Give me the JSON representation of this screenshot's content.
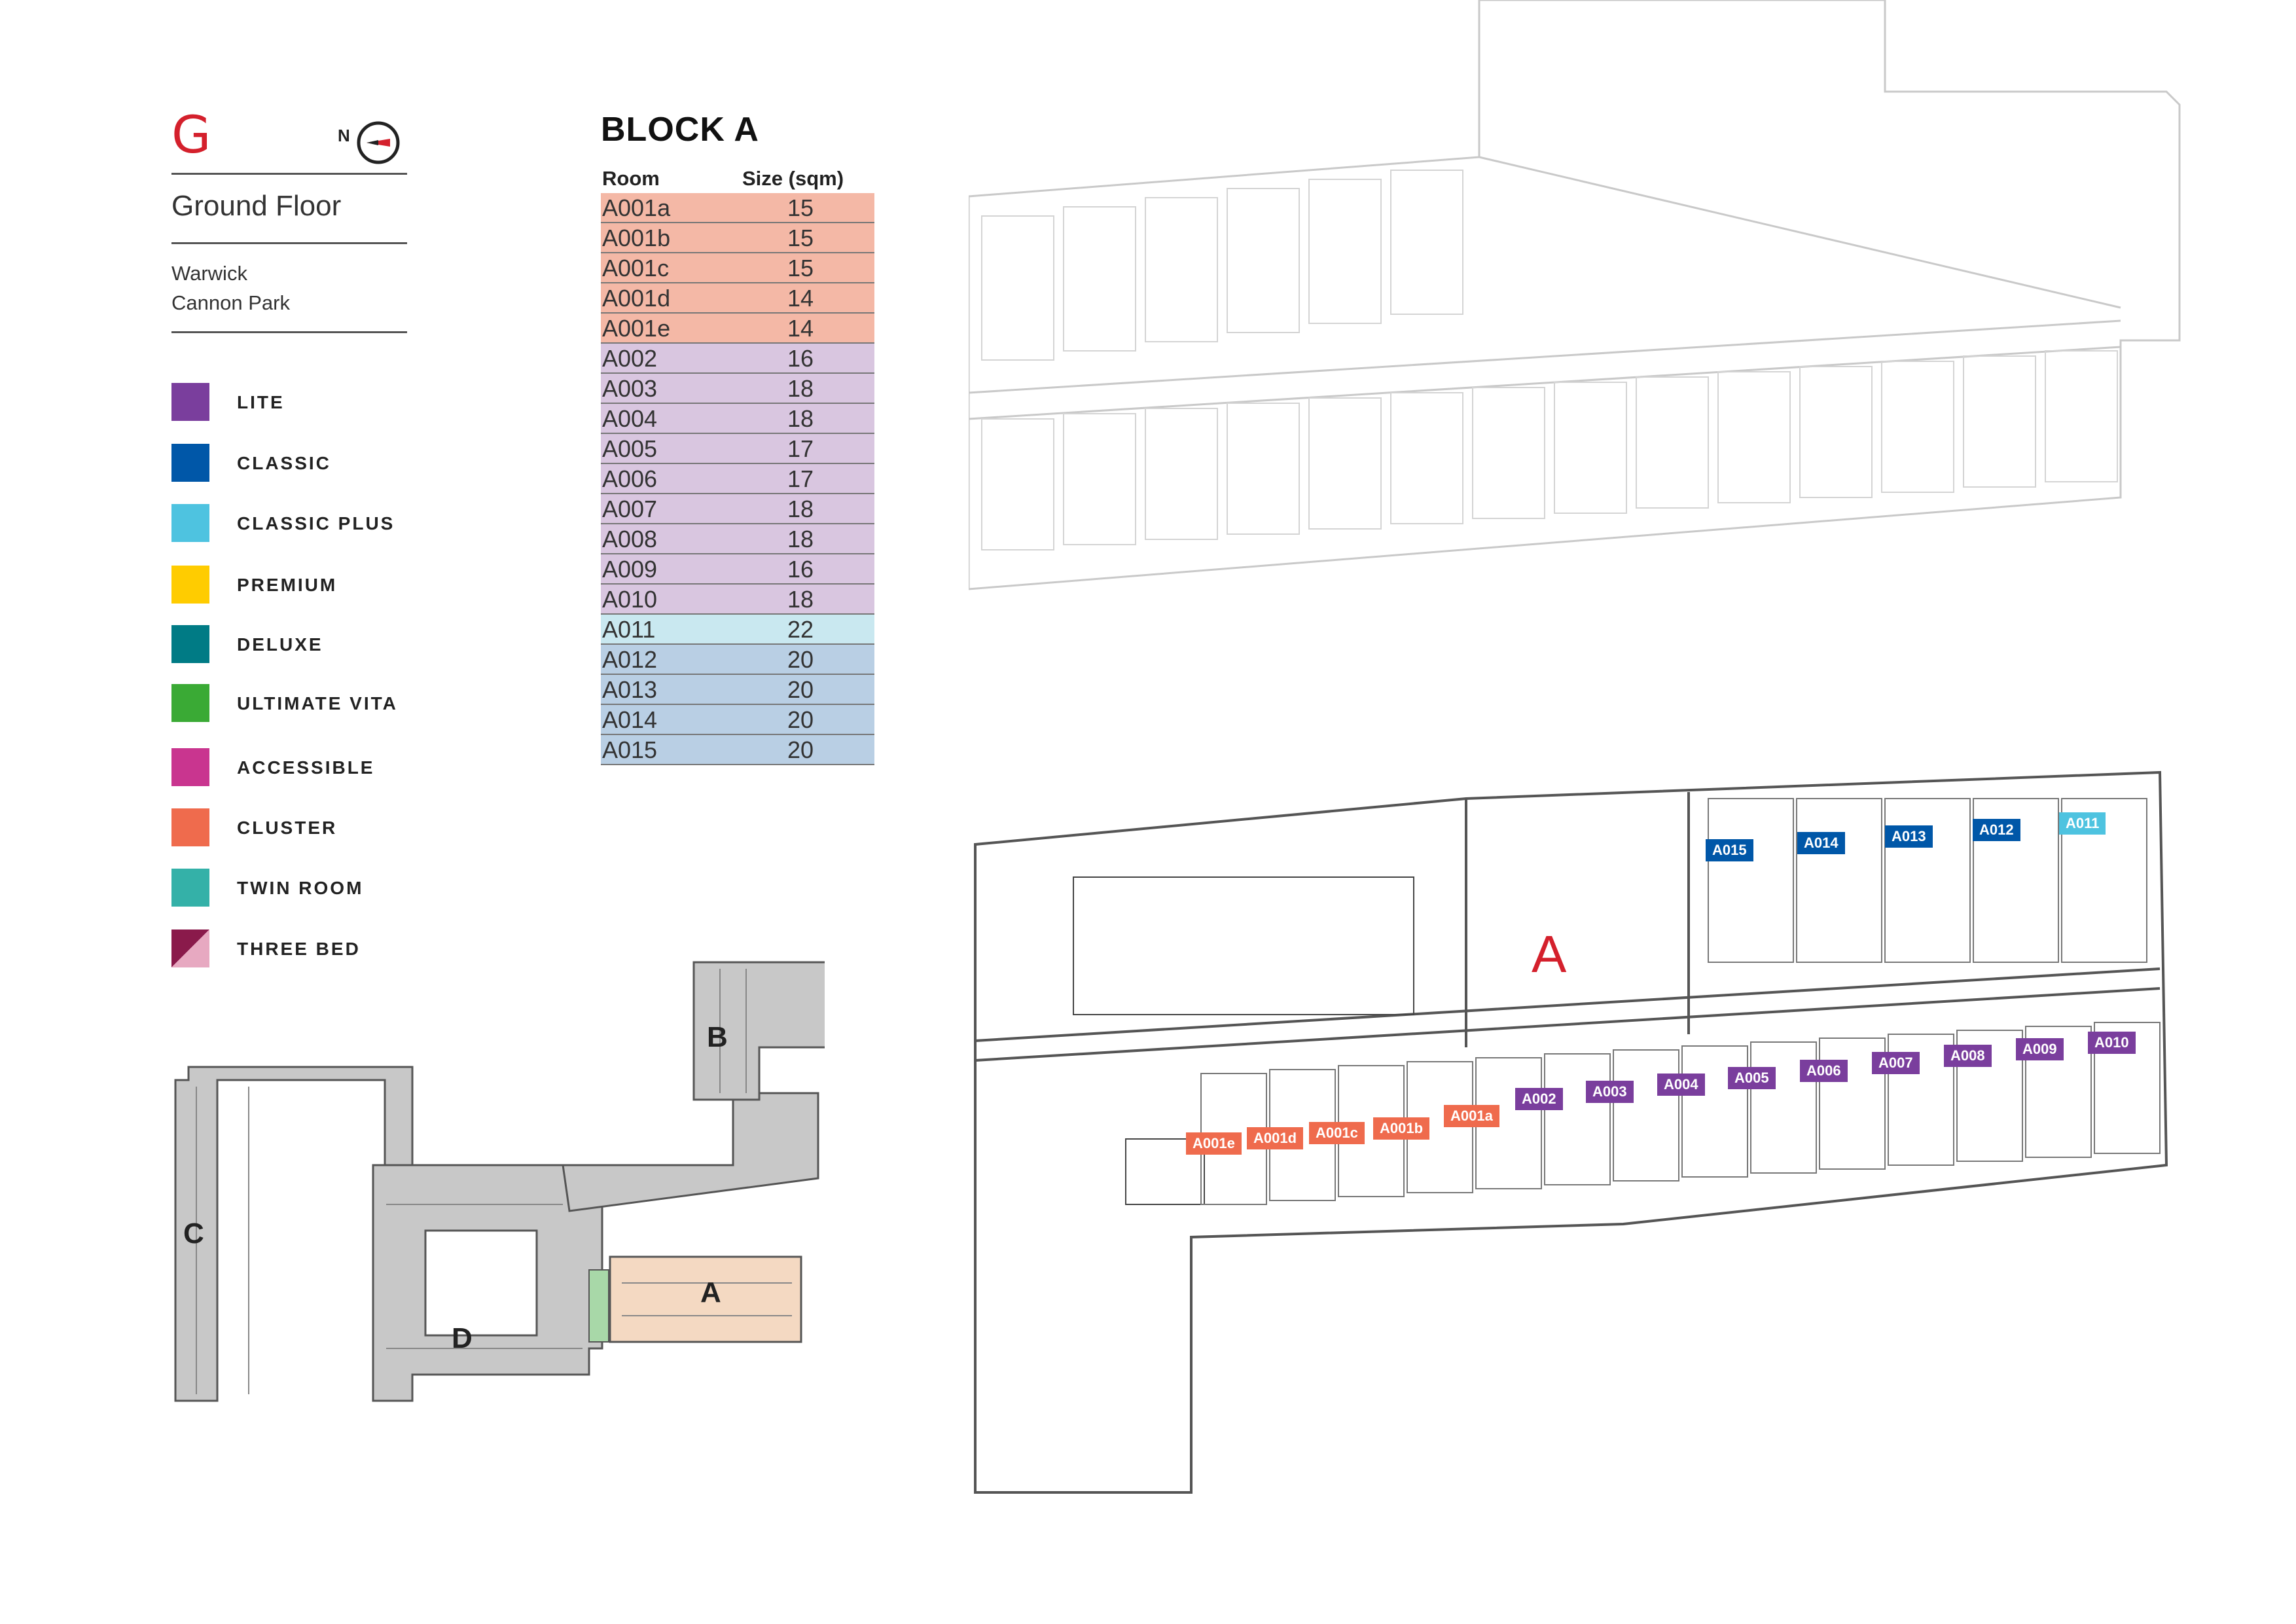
{
  "header": {
    "floor_letter": "G",
    "compass_label": "N",
    "floor_name": "Ground Floor",
    "site_line1": "Warwick",
    "site_line2": "Cannon Park"
  },
  "legend": [
    {
      "label": "LITE",
      "color": "#7a3e9d"
    },
    {
      "label": "CLASSIC",
      "color": "#0057a8"
    },
    {
      "label": "CLASSIC PLUS",
      "color": "#4ec3e0"
    },
    {
      "label": "PREMIUM",
      "color": "#ffcc00"
    },
    {
      "label": "DELUXE",
      "color": "#007b85"
    },
    {
      "label": "ULTIMATE VITA",
      "color": "#3aaa35"
    },
    {
      "label": "ACCESSIBLE",
      "color": "#c9358f"
    },
    {
      "label": "CLUSTER",
      "color": "#ef6b4d"
    },
    {
      "label": "TWIN ROOM",
      "color": "#34b1a8"
    },
    {
      "label": "THREE BED",
      "color": "#8a1a4b"
    }
  ],
  "room_table": {
    "title": "BLOCK A",
    "col_room": "Room",
    "col_size": "Size (sqm)",
    "rows": [
      {
        "room": "A001a",
        "size": "15",
        "color": "#f4b8a6"
      },
      {
        "room": "A001b",
        "size": "15",
        "color": "#f4b8a6"
      },
      {
        "room": "A001c",
        "size": "15",
        "color": "#f4b8a6"
      },
      {
        "room": "A001d",
        "size": "14",
        "color": "#f4b8a6"
      },
      {
        "room": "A001e",
        "size": "14",
        "color": "#f4b8a6"
      },
      {
        "room": "A002",
        "size": "16",
        "color": "#d9c6e0"
      },
      {
        "room": "A003",
        "size": "18",
        "color": "#d9c6e0"
      },
      {
        "room": "A004",
        "size": "18",
        "color": "#d9c6e0"
      },
      {
        "room": "A005",
        "size": "17",
        "color": "#d9c6e0"
      },
      {
        "room": "A006",
        "size": "17",
        "color": "#d9c6e0"
      },
      {
        "room": "A007",
        "size": "18",
        "color": "#d9c6e0"
      },
      {
        "room": "A008",
        "size": "18",
        "color": "#d9c6e0"
      },
      {
        "room": "A009",
        "size": "16",
        "color": "#d9c6e0"
      },
      {
        "room": "A010",
        "size": "18",
        "color": "#d9c6e0"
      },
      {
        "room": "A011",
        "size": "22",
        "color": "#c9e8f0"
      },
      {
        "room": "A012",
        "size": "20",
        "color": "#b9cfe4"
      },
      {
        "room": "A013",
        "size": "20",
        "color": "#b9cfe4"
      },
      {
        "room": "A014",
        "size": "20",
        "color": "#b9cfe4"
      },
      {
        "room": "A015",
        "size": "20",
        "color": "#b9cfe4"
      }
    ]
  },
  "site_plan": {
    "blocks": [
      "A",
      "B",
      "C",
      "D"
    ],
    "highlight_color": "#f4d9c2"
  },
  "floor_plan": {
    "block_label": "A",
    "room_tags": [
      {
        "label": "A015",
        "color": "#0057a8"
      },
      {
        "label": "A014",
        "color": "#0057a8"
      },
      {
        "label": "A013",
        "color": "#0057a8"
      },
      {
        "label": "A012",
        "color": "#0057a8"
      },
      {
        "label": "A011",
        "color": "#4ec3e0"
      },
      {
        "label": "A001e",
        "color": "#ef6b4d"
      },
      {
        "label": "A001d",
        "color": "#ef6b4d"
      },
      {
        "label": "A001c",
        "color": "#ef6b4d"
      },
      {
        "label": "A001b",
        "color": "#ef6b4d"
      },
      {
        "label": "A001a",
        "color": "#ef6b4d"
      },
      {
        "label": "A002",
        "color": "#7a3e9d"
      },
      {
        "label": "A003",
        "color": "#7a3e9d"
      },
      {
        "label": "A004",
        "color": "#7a3e9d"
      },
      {
        "label": "A005",
        "color": "#7a3e9d"
      },
      {
        "label": "A006",
        "color": "#7a3e9d"
      },
      {
        "label": "A007",
        "color": "#7a3e9d"
      },
      {
        "label": "A008",
        "color": "#7a3e9d"
      },
      {
        "label": "A009",
        "color": "#7a3e9d"
      },
      {
        "label": "A010",
        "color": "#7a3e9d"
      }
    ]
  }
}
